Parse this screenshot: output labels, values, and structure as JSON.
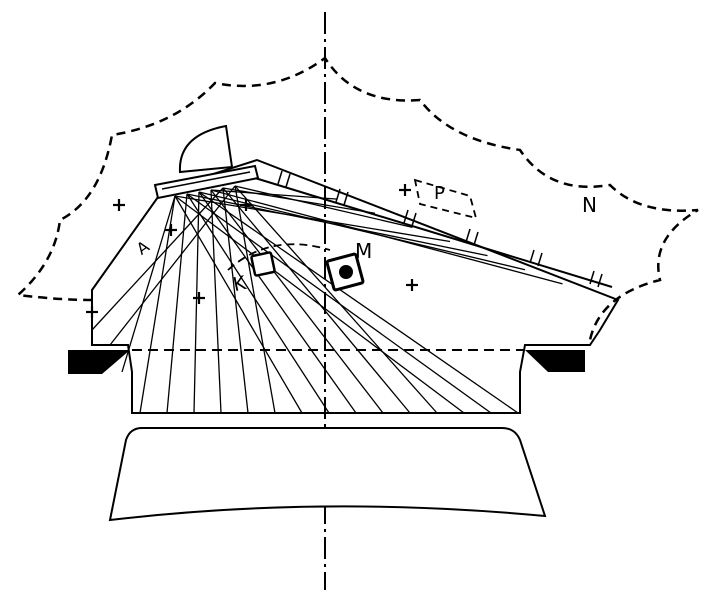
{
  "labels": {
    "N": "N",
    "M": "M",
    "K": "K",
    "P": "P",
    "A": "A"
  },
  "colors": {
    "ink": "#000000",
    "paper": "#ffffff"
  }
}
